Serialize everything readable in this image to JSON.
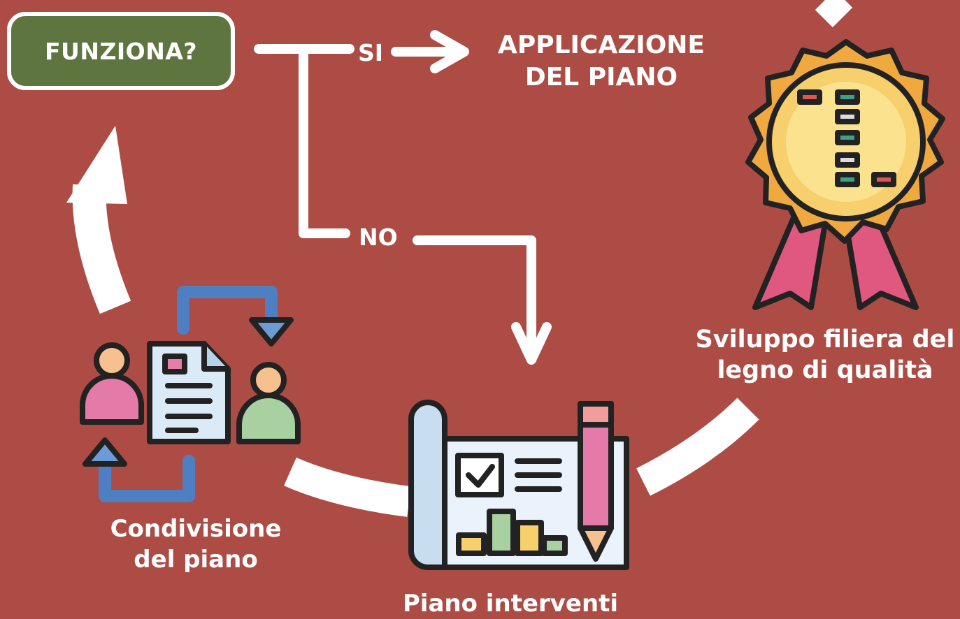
{
  "decision": {
    "question": "FUNZIONA?"
  },
  "branches": {
    "yes_label": "SI",
    "no_label": "NO"
  },
  "outcome": {
    "line1": "APPLICAZIONE",
    "line2": "DEL PIANO"
  },
  "steps": [
    {
      "line1": "Condivisione",
      "line2": "del piano",
      "icon": "people-document-exchange-icon"
    },
    {
      "line1": "Piano interventi",
      "icon": "blueprint-pencil-icon"
    },
    {
      "line1": "Sviluppo filiera del",
      "line2": "legno di qualità",
      "icon": "quality-badge-icon"
    }
  ],
  "colors": {
    "background": "#ad4c45",
    "decision_box": "#5e7540",
    "arrows": "#ffffff"
  }
}
